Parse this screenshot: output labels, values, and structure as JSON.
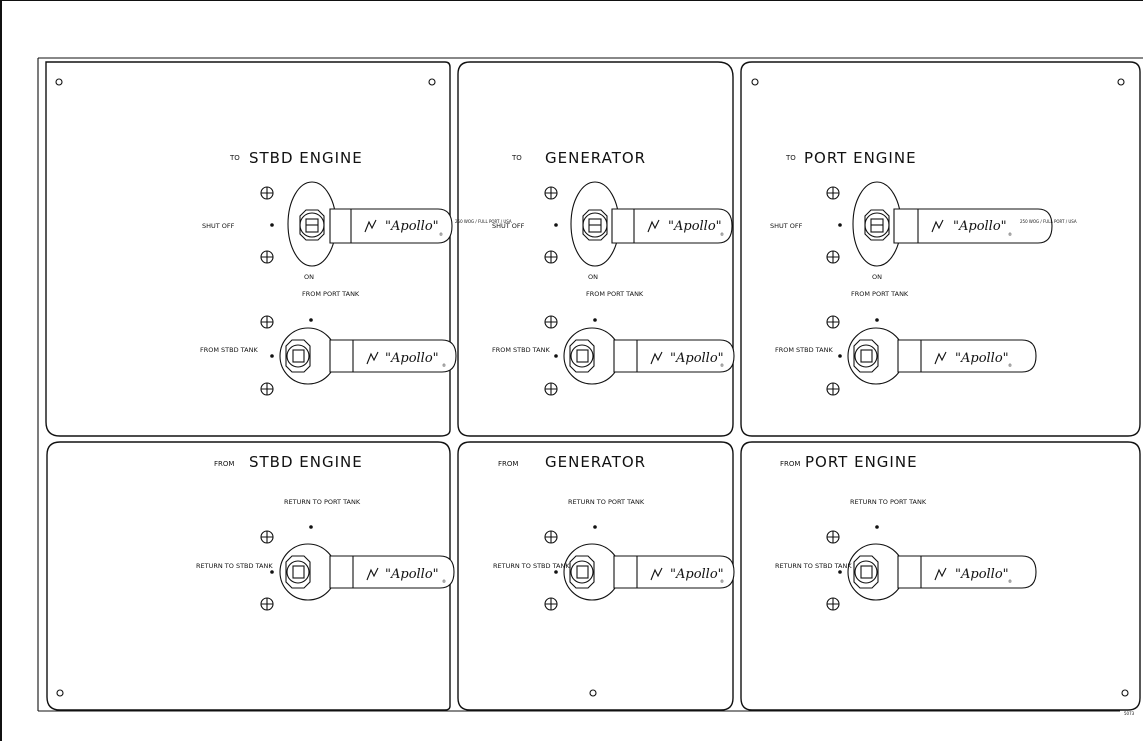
{
  "brand": "\"Apollo\"",
  "brand_mark": "®",
  "brand_fine_print": "250 WOG / FULL PORT / USA",
  "corner_code": "5073",
  "panels": [
    {
      "prefix": "TO",
      "title": "STBD ENGINE"
    },
    {
      "prefix": "TO",
      "title": "GENERATOR"
    },
    {
      "prefix": "TO",
      "title": "PORT ENGINE"
    },
    {
      "prefix": "FROM",
      "title": "STBD ENGINE"
    },
    {
      "prefix": "FROM",
      "title": "GENERATOR"
    },
    {
      "prefix": "FROM",
      "title": "PORT ENGINE"
    }
  ],
  "labels": {
    "shut_off": [
      "SHUT OFF",
      "SHUT OFF",
      "SHUT OFF"
    ],
    "on": [
      "ON",
      "ON",
      "ON"
    ],
    "from_port_tank": [
      "FROM PORT TANK",
      "FROM PORT TANK",
      "FROM PORT TANK"
    ],
    "from_stbd_tank": [
      "FROM STBD TANK",
      "FROM STBD TANK",
      "FROM STBD TANK"
    ],
    "return_to_port_tank": [
      "RETURN TO PORT TANK",
      "RETURN TO PORT TANK",
      "RETURN TO PORT TANK"
    ],
    "return_to_stbd_tank": [
      "RETURN TO STBD TANK",
      "RETURN TO STBD TANK",
      "RETURN TO STBD TANK"
    ]
  }
}
